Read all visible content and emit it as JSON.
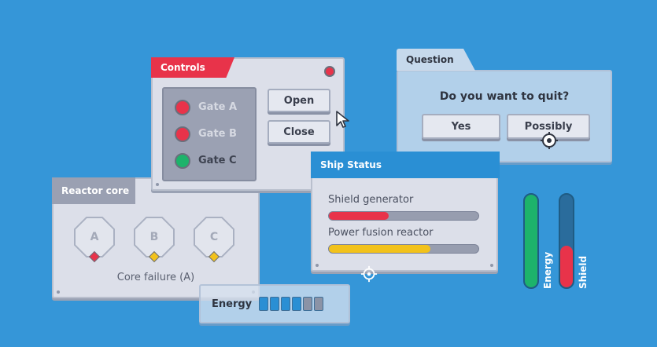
{
  "controls": {
    "title": "Controls",
    "gates": [
      {
        "label": "Gate A",
        "state": "red"
      },
      {
        "label": "Gate B",
        "state": "red"
      },
      {
        "label": "Gate C",
        "state": "green"
      }
    ],
    "open_label": "Open",
    "close_label": "Close"
  },
  "question": {
    "title": "Question",
    "prompt": "Do you want to quit?",
    "yes_label": "Yes",
    "possibly_label": "Possibly"
  },
  "ship_status": {
    "title": "Ship Status",
    "shield_label": "Shield generator",
    "shield_level": 0.4,
    "reactor_label": "Power fusion reactor",
    "reactor_level": 0.68
  },
  "reactor_core": {
    "title": "Reactor core",
    "cores": [
      {
        "label": "A",
        "indicator": "red"
      },
      {
        "label": "B",
        "indicator": "yellow"
      },
      {
        "label": "C",
        "indicator": "yellow"
      }
    ],
    "status": "Core failure (A)"
  },
  "energy_cells": {
    "label": "Energy",
    "filled": 4,
    "total": 6
  },
  "vertical_bars": {
    "energy_label": "Energy",
    "energy_level": 1.0,
    "shield_label": "Shield",
    "shield_level": 0.45
  },
  "colors": {
    "background": "#3596d8",
    "red": "#e8334a",
    "green": "#1db36b",
    "yellow": "#f2c21b",
    "blue_tab": "#2a8fd4"
  }
}
